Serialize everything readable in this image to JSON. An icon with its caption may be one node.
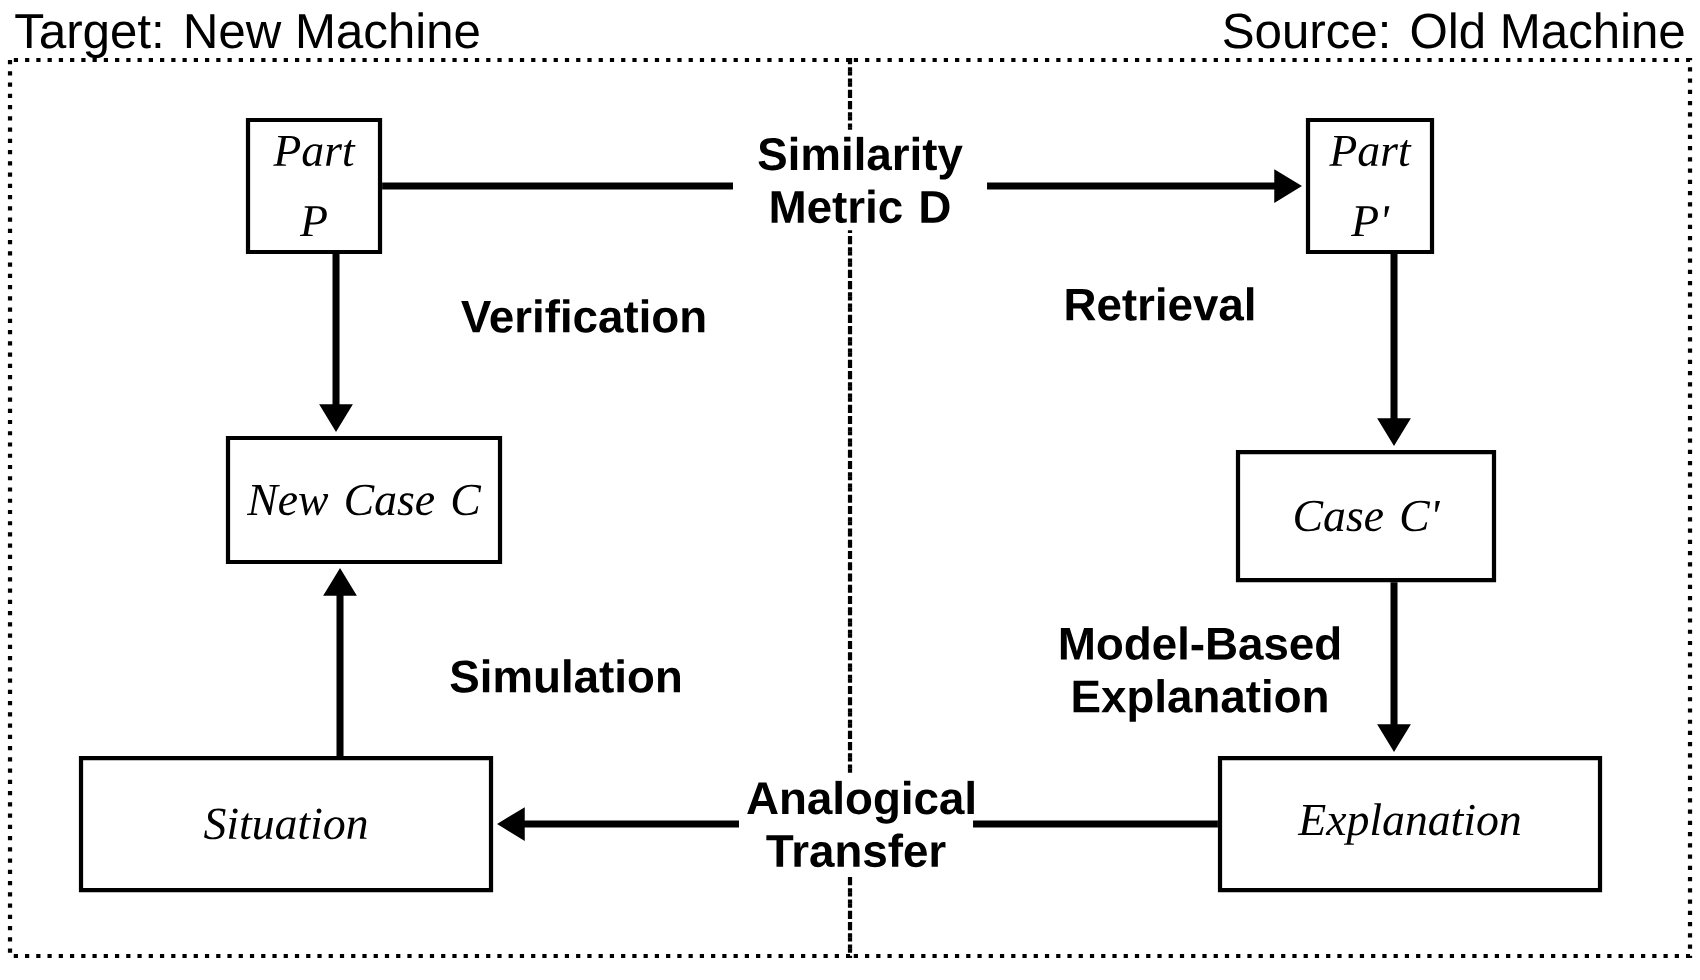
{
  "diagram": {
    "nodes": [
      {
        "text": [
          "Target: New Machine"
        ]
      },
      {
        "text": [
          "Source: Old Machine"
        ]
      },
      {
        "text": [
          "Part P"
        ],
        "in": 0
      },
      {
        "text": [
          "Part P'"
        ],
        "in": 1
      },
      {
        "text": [
          "New Case C"
        ],
        "in": 0
      },
      {
        "text": [
          "Case C'"
        ],
        "in": 1
      },
      {
        "text": [
          "Situation"
        ],
        "in": 0
      },
      {
        "text": [
          "Explanation"
        ],
        "in": 1
      }
    ],
    "edges": [
      {
        "from": 2,
        "to": 3,
        "arrow": "to",
        "label": "Similarity Metric D"
      },
      {
        "from": 2,
        "to": 4,
        "arrow": "to",
        "label": "Verification"
      },
      {
        "from": 3,
        "to": 5,
        "arrow": "to",
        "label": "Retrieval"
      },
      {
        "from": 5,
        "to": 7,
        "arrow": "to",
        "label": "Model-Based Explanation"
      },
      {
        "from": 7,
        "to": 6,
        "arrow": "to",
        "label": "Analogical Transfer"
      },
      {
        "from": 6,
        "to": 4,
        "arrow": "to",
        "label": "Simulation"
      }
    ]
  }
}
